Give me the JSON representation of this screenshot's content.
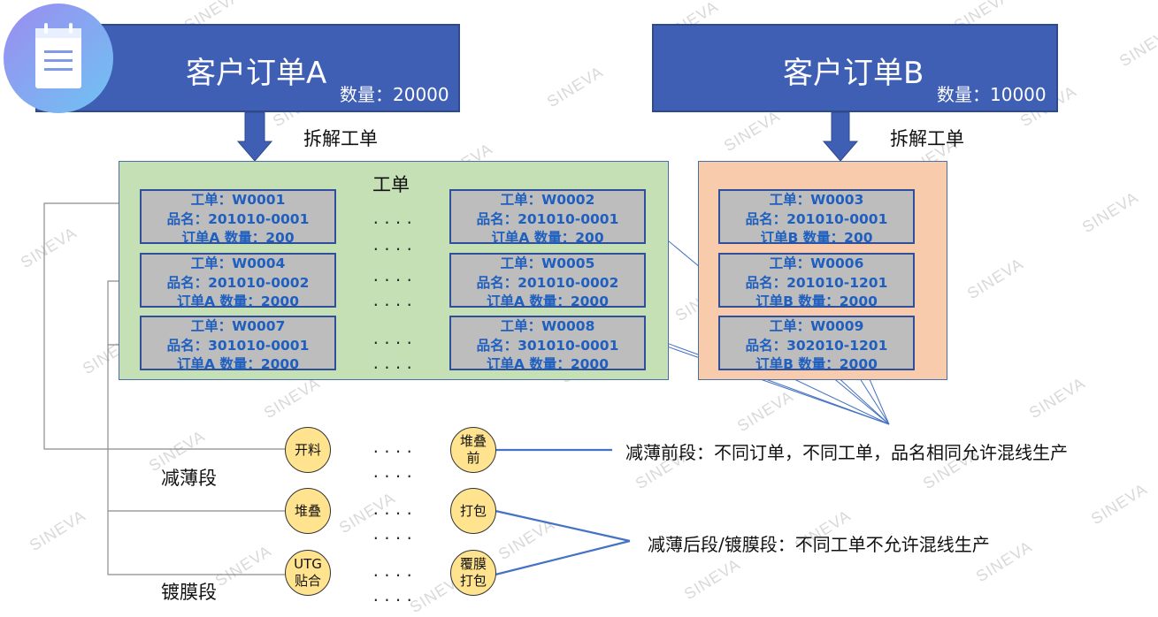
{
  "orders": [
    {
      "title": "客户订单A",
      "qty": "数量：20000",
      "split_label": "拆解工单"
    },
    {
      "title": "客户订单B",
      "qty": "数量：10000",
      "split_label": "拆解工单"
    }
  ],
  "group_title": "工单",
  "work_orders_A": [
    {
      "wo": "工单：W0001",
      "name": "品名：201010-0001",
      "qty": "订单A 数量：200"
    },
    {
      "wo": "工单：W0002",
      "name": "品名：201010-0001",
      "qty": "订单A 数量：200"
    },
    {
      "wo": "工单：W0004",
      "name": "品名：201010-0002",
      "qty": "订单A 数量：2000"
    },
    {
      "wo": "工单：W0005",
      "name": "品名：201010-0002",
      "qty": "订单A 数量：2000"
    },
    {
      "wo": "工单：W0007",
      "name": "品名：301010-0001",
      "qty": "订单A 数量：2000"
    },
    {
      "wo": "工单：W0008",
      "name": "品名：301010-0001",
      "qty": "订单A 数量：2000"
    }
  ],
  "work_orders_B": [
    {
      "wo": "工单：W0003",
      "name": "品名：201010-0001",
      "qty": "订单B 数量：200"
    },
    {
      "wo": "工单：W0006",
      "name": "品名：201010-1201",
      "qty": "订单B 数量：2000"
    },
    {
      "wo": "工单：W0009",
      "name": "品名：302010-1201",
      "qty": "订单B 数量：2000"
    }
  ],
  "dots": "....",
  "steps": {
    "cut": "开料",
    "stack_pre": "堆叠前",
    "stack": "堆叠",
    "pack": "打包",
    "utg": "UTG贴合",
    "film_pack": "覆膜打包"
  },
  "section_labels": {
    "thinning": "减薄段",
    "coating": "镀膜段"
  },
  "notes": {
    "front": "减薄前段：不同订单，不同工单，品名相同允许混线生产",
    "back": "减薄后段/镀膜段：不同工单不允许混线生产"
  },
  "watermark": "SINEVA",
  "colors": {
    "header_blue": "#3f5fb5",
    "green_group": "#c5e0b4",
    "orange_group": "#f8cbad",
    "work_order_fill": "#bdbdbd",
    "work_order_text": "#1f5fbf",
    "step_fill": "#ffe38f",
    "connector_blue": "#4472c4"
  },
  "icons": [
    "notepad-icon"
  ]
}
